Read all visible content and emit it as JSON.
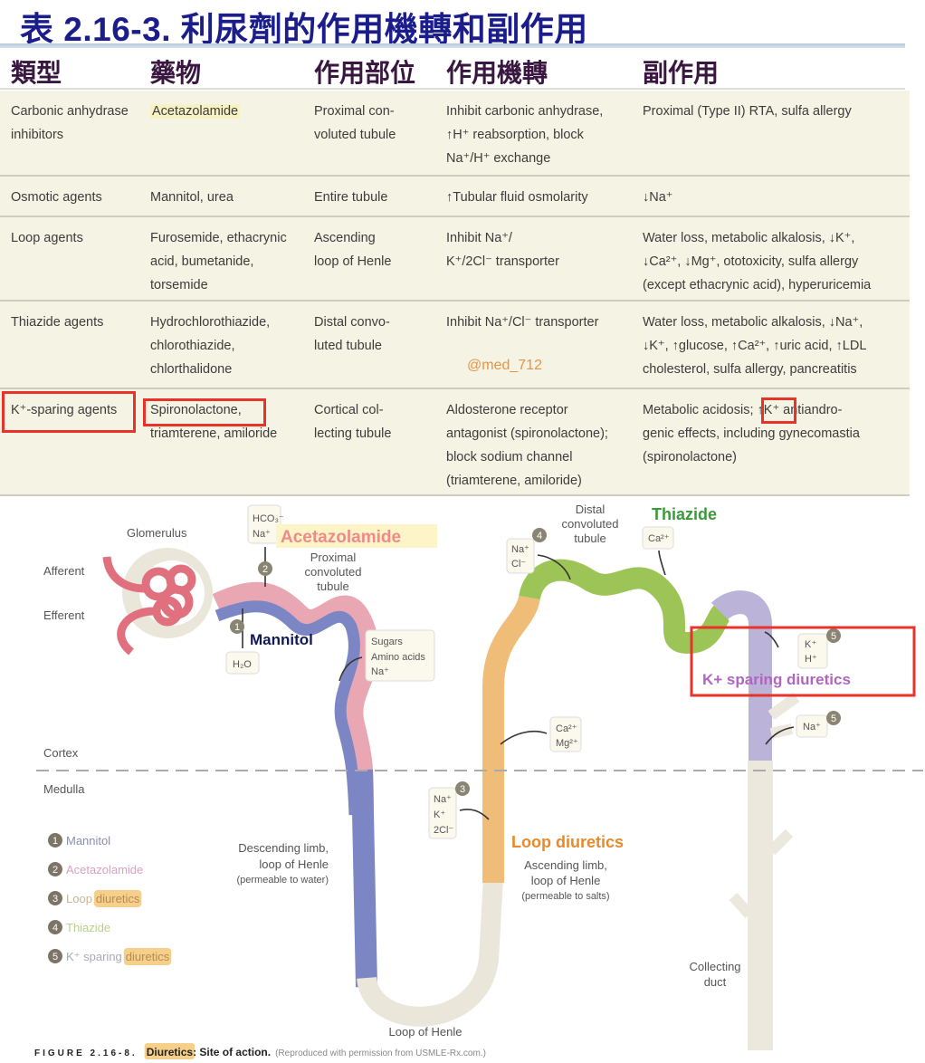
{
  "title": "表 2.16-3. 利尿劑的作用機轉和副作用",
  "table": {
    "headers": [
      "類型",
      "藥物",
      "作用部位",
      "作用機轉",
      "副作用"
    ],
    "rows": [
      {
        "type": [
          "Carbonic anhydrase",
          "inhibitors"
        ],
        "drugs": [
          "Acetazolamide"
        ],
        "site": [
          "Proximal con-",
          "voluted tubule"
        ],
        "mechanism": [
          "Inhibit carbonic anhydrase,",
          "↑H⁺ reabsorption, block",
          "Na⁺/H⁺ exchange"
        ],
        "effects": [
          "Proximal (Type II) RTA, sulfa allergy"
        ]
      },
      {
        "type": [
          "Osmotic agents"
        ],
        "drugs": [
          "Mannitol, urea"
        ],
        "site": [
          "Entire tubule"
        ],
        "mechanism": [
          "↑Tubular fluid osmolarity"
        ],
        "effects": [
          "↓Na⁺"
        ]
      },
      {
        "type": [
          "Loop agents"
        ],
        "drugs": [
          "Furosemide, ethacrynic",
          "acid, bumetanide,",
          "torsemide"
        ],
        "site": [
          "Ascending",
          "loop of Henle"
        ],
        "mechanism": [
          "Inhibit Na⁺/",
          "K⁺/2Cl⁻ transporter"
        ],
        "effects": [
          "Water loss, metabolic alkalosis, ↓K⁺,",
          "↓Ca²⁺, ↓Mg⁺, ototoxicity, sulfa allergy",
          "(except ethacrynic acid), hyperuricemia"
        ]
      },
      {
        "type": [
          "Thiazide agents"
        ],
        "drugs": [
          "Hydrochlorothiazide,",
          "chlorothiazide,",
          "chlorthalidone"
        ],
        "site": [
          "Distal convo-",
          "luted tubule"
        ],
        "mechanism": [
          "Inhibit Na⁺/Cl⁻ transporter"
        ],
        "effects": [
          "Water loss, metabolic alkalosis, ↓Na⁺,",
          "↓K⁺, ↑glucose, ↑Ca²⁺, ↑uric acid, ↑LDL",
          "cholesterol, sulfa allergy, pancreatitis"
        ]
      },
      {
        "type": [
          "K⁺-sparing agents"
        ],
        "drugs": [
          "Spironolactone,",
          "triamterene, amiloride"
        ],
        "site": [
          "Cortical col-",
          "lecting tubule"
        ],
        "mechanism": [
          "Aldosterone receptor",
          "antagonist (spironolactone);",
          "block sodium channel",
          "(triamterene, amiloride)"
        ],
        "effects": [
          "Metabolic acidosis; ↑K⁺ antiandro-",
          "genic effects, including gynecomastia",
          "(spironolactone)"
        ]
      }
    ],
    "watermark": "@med_712"
  },
  "diagram": {
    "glomerulus": "Glomerulus",
    "afferent": "Afferent",
    "efferent": "Efferent",
    "hco3": "HCO₃⁻",
    "na": "Na⁺",
    "h2o": "H₂O",
    "acetazolamide": "Acetazolamide",
    "mannitol": "Mannitol",
    "pct": [
      "Proximal",
      "convoluted",
      "tubule"
    ],
    "sugars": [
      "Sugars",
      "Amino acids",
      "Na⁺"
    ],
    "cortex": "Cortex",
    "medulla": "Medulla",
    "nak2cl": [
      "Na⁺",
      "K⁺",
      "2Cl⁻"
    ],
    "camg": [
      "Ca²⁺",
      "Mg²⁺"
    ],
    "dct": [
      "Distal",
      "convoluted",
      "tubule"
    ],
    "thiazide": "Thiazide",
    "ca": "Ca²⁺",
    "nacl": [
      "Na⁺",
      "Cl⁻"
    ],
    "kh": [
      "K⁺",
      "H⁺"
    ],
    "ksparing": "K+ sparing diuretics",
    "na2": "Na⁺",
    "loop_diuretics": "Loop diuretics",
    "ascending": [
      "Ascending limb,",
      "loop of Henle",
      "(permeable to salts)"
    ],
    "descending": [
      "Descending limb,",
      "loop of Henle",
      "(permeable to water)"
    ],
    "collecting": [
      "Collecting",
      "duct"
    ],
    "loop_henle": "Loop of Henle",
    "numbers": [
      "1",
      "2",
      "3",
      "4",
      "5"
    ],
    "legend": [
      {
        "n": "1",
        "a": "Mannitol",
        "b": ""
      },
      {
        "n": "2",
        "a": "Acetazolamide",
        "b": ""
      },
      {
        "n": "3",
        "a": "Loop",
        "b": "diuretics"
      },
      {
        "n": "4",
        "a": "Thiazide",
        "b": ""
      },
      {
        "n": "5",
        "a": "K⁺ sparing",
        "b": "diuretics"
      }
    ],
    "caption": {
      "label": "FIGURE 2.16-8.",
      "bold1": "Diuretics",
      "bold2": ": Site of action.",
      "credit": "(Reproduced with permission from USMLE-Rx.com.)"
    }
  }
}
